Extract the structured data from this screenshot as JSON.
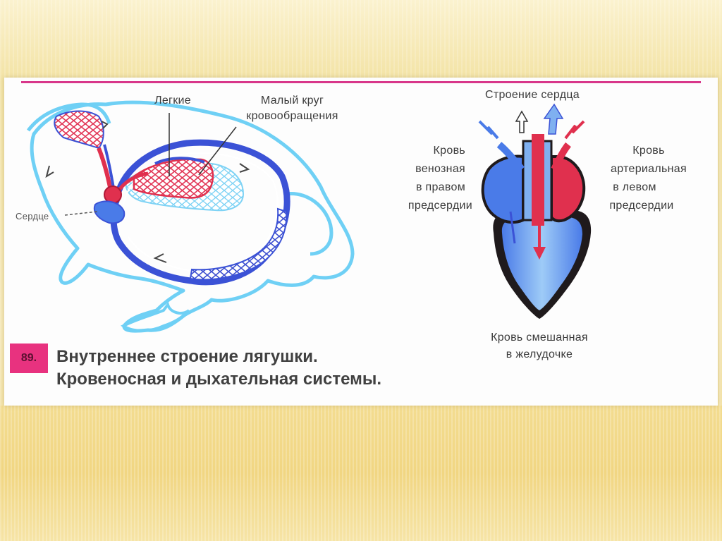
{
  "labels": {
    "lungs": "Легкие",
    "pulmonary_circuit_line1": "Малый круг",
    "pulmonary_circuit_line2": "кровообращения",
    "heart": "Сердце",
    "heart_structure": "Строение сердца",
    "venous_line1": "Кровь",
    "venous_line2": "венозная",
    "venous_line3": "в правом",
    "venous_line4": "предсердии",
    "arterial_line1": "Кровь",
    "arterial_line2": "артериальная",
    "arterial_line3": "в левом",
    "arterial_line4": "предсердии",
    "mixed_line1": "Кровь смешанная",
    "mixed_line2": "в желудочке"
  },
  "figure": {
    "number": "89.",
    "caption_line1": "Внутреннее строение лягушки.",
    "caption_line2": "Кровеносная и дыхательная системы."
  },
  "colors": {
    "venous": "#4a6fe0",
    "arterial": "#e0304e",
    "outline": "#4fc3f7",
    "accent": "#e8327f"
  }
}
